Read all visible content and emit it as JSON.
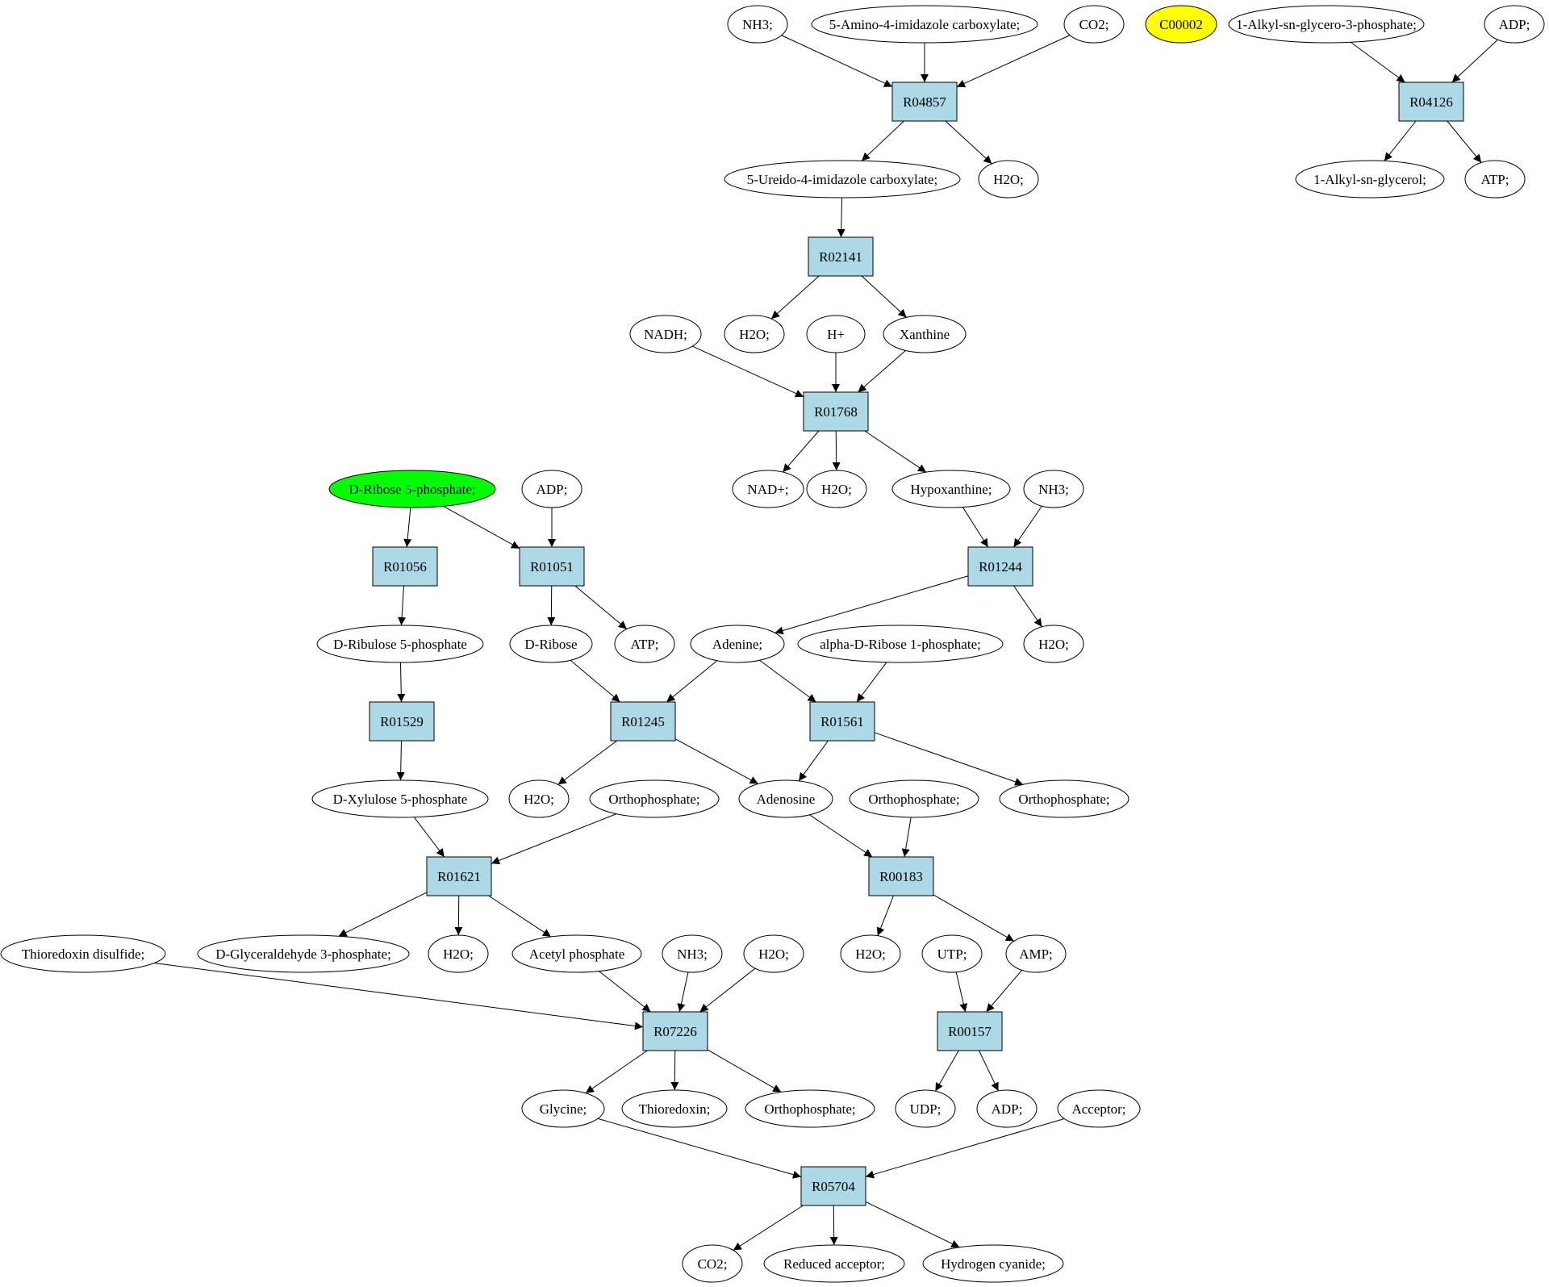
{
  "colors": {
    "reaction": "#add8e6",
    "compound": "#ffffff",
    "start": "#00ff00",
    "highlight": "#ffff00",
    "stroke": "#000000"
  },
  "nodes": {
    "n_nh3_a": {
      "label": "NH3;",
      "kind": "compound"
    },
    "n_aica": {
      "label": "5-Amino-4-imidazole carboxylate;",
      "kind": "compound"
    },
    "n_co2_a": {
      "label": "CO2;",
      "kind": "compound"
    },
    "n_c00002": {
      "label": "C00002",
      "kind": "highlight"
    },
    "n_alkylg3p": {
      "label": "1-Alkyl-sn-glycero-3-phosphate;",
      "kind": "compound"
    },
    "n_adp_a": {
      "label": "ADP;",
      "kind": "compound"
    },
    "R04857": {
      "label": "R04857",
      "kind": "reaction"
    },
    "R04126": {
      "label": "R04126",
      "kind": "reaction"
    },
    "n_ureido": {
      "label": "5-Ureido-4-imidazole carboxylate;",
      "kind": "compound"
    },
    "n_h2o_a": {
      "label": "H2O;",
      "kind": "compound"
    },
    "n_alkylg": {
      "label": "1-Alkyl-sn-glycerol;",
      "kind": "compound"
    },
    "n_atp_a": {
      "label": "ATP;",
      "kind": "compound"
    },
    "R02141": {
      "label": "R02141",
      "kind": "reaction"
    },
    "n_nadh": {
      "label": "NADH;",
      "kind": "compound"
    },
    "n_h2o_b": {
      "label": "H2O;",
      "kind": "compound"
    },
    "n_hplus": {
      "label": "H+",
      "kind": "compound"
    },
    "n_xanthine": {
      "label": "Xanthine",
      "kind": "compound"
    },
    "R01768": {
      "label": "R01768",
      "kind": "reaction"
    },
    "n_dr5p": {
      "label": "D-Ribose 5-phosphate;",
      "kind": "start"
    },
    "n_adp_b": {
      "label": "ADP;",
      "kind": "compound"
    },
    "n_nadplus": {
      "label": "NAD+;",
      "kind": "compound"
    },
    "n_h2o_c": {
      "label": "H2O;",
      "kind": "compound"
    },
    "n_hypox": {
      "label": "Hypoxanthine;",
      "kind": "compound"
    },
    "n_nh3_b": {
      "label": "NH3;",
      "kind": "compound"
    },
    "R01056": {
      "label": "R01056",
      "kind": "reaction"
    },
    "R01051": {
      "label": "R01051",
      "kind": "reaction"
    },
    "R01244": {
      "label": "R01244",
      "kind": "reaction"
    },
    "n_dru5p": {
      "label": "D-Ribulose 5-phosphate",
      "kind": "compound"
    },
    "n_dribose": {
      "label": "D-Ribose",
      "kind": "compound"
    },
    "n_atp_b": {
      "label": "ATP;",
      "kind": "compound"
    },
    "n_adenine": {
      "label": "Adenine;",
      "kind": "compound"
    },
    "n_adr1p": {
      "label": "alpha-D-Ribose 1-phosphate;",
      "kind": "compound"
    },
    "n_h2o_d": {
      "label": "H2O;",
      "kind": "compound"
    },
    "R01529": {
      "label": "R01529",
      "kind": "reaction"
    },
    "R01245": {
      "label": "R01245",
      "kind": "reaction"
    },
    "R01561": {
      "label": "R01561",
      "kind": "reaction"
    },
    "n_dxu5p": {
      "label": "D-Xylulose 5-phosphate",
      "kind": "compound"
    },
    "n_h2o_e": {
      "label": "H2O;",
      "kind": "compound"
    },
    "n_ortho_a": {
      "label": "Orthophosphate;",
      "kind": "compound"
    },
    "n_adenosine": {
      "label": "Adenosine",
      "kind": "compound"
    },
    "n_ortho_b": {
      "label": "Orthophosphate;",
      "kind": "compound"
    },
    "n_ortho_c": {
      "label": "Orthophosphate;",
      "kind": "compound"
    },
    "R01621": {
      "label": "R01621",
      "kind": "reaction"
    },
    "R00183": {
      "label": "R00183",
      "kind": "reaction"
    },
    "n_thiodis": {
      "label": "Thioredoxin disulfide;",
      "kind": "compound"
    },
    "n_dga3p": {
      "label": "D-Glyceraldehyde 3-phosphate;",
      "kind": "compound"
    },
    "n_h2o_f": {
      "label": "H2O;",
      "kind": "compound"
    },
    "n_acetylp": {
      "label": "Acetyl phosphate",
      "kind": "compound"
    },
    "n_nh3_c": {
      "label": "NH3;",
      "kind": "compound"
    },
    "n_h2o_g": {
      "label": "H2O;",
      "kind": "compound"
    },
    "n_h2o_h": {
      "label": "H2O;",
      "kind": "compound"
    },
    "n_utp": {
      "label": "UTP;",
      "kind": "compound"
    },
    "n_amp": {
      "label": "AMP;",
      "kind": "compound"
    },
    "R07226": {
      "label": "R07226",
      "kind": "reaction"
    },
    "R00157": {
      "label": "R00157",
      "kind": "reaction"
    },
    "n_glycine": {
      "label": "Glycine;",
      "kind": "compound"
    },
    "n_thioredoxin": {
      "label": "Thioredoxin;",
      "kind": "compound"
    },
    "n_ortho_d": {
      "label": "Orthophosphate;",
      "kind": "compound"
    },
    "n_udp": {
      "label": "UDP;",
      "kind": "compound"
    },
    "n_adp_c": {
      "label": "ADP;",
      "kind": "compound"
    },
    "n_acceptor": {
      "label": "Acceptor;",
      "kind": "compound"
    },
    "R05704": {
      "label": "R05704",
      "kind": "reaction"
    },
    "n_co2_b": {
      "label": "CO2;",
      "kind": "compound"
    },
    "n_redacc": {
      "label": "Reduced acceptor;",
      "kind": "compound"
    },
    "n_hcn": {
      "label": "Hydrogen cyanide;",
      "kind": "compound"
    }
  },
  "edges": [
    [
      "n_nh3_a",
      "R04857"
    ],
    [
      "n_aica",
      "R04857"
    ],
    [
      "n_co2_a",
      "R04857"
    ],
    [
      "R04857",
      "n_ureido"
    ],
    [
      "R04857",
      "n_h2o_a"
    ],
    [
      "n_alkylg3p",
      "R04126"
    ],
    [
      "n_adp_a",
      "R04126"
    ],
    [
      "R04126",
      "n_alkylg"
    ],
    [
      "R04126",
      "n_atp_a"
    ],
    [
      "n_ureido",
      "R02141"
    ],
    [
      "R02141",
      "n_h2o_b"
    ],
    [
      "R02141",
      "n_xanthine"
    ],
    [
      "n_nadh",
      "R01768"
    ],
    [
      "n_hplus",
      "R01768"
    ],
    [
      "n_xanthine",
      "R01768"
    ],
    [
      "R01768",
      "n_nadplus"
    ],
    [
      "R01768",
      "n_h2o_c"
    ],
    [
      "R01768",
      "n_hypox"
    ],
    [
      "n_dr5p",
      "R01056"
    ],
    [
      "n_dr5p",
      "R01051"
    ],
    [
      "n_adp_b",
      "R01051"
    ],
    [
      "n_hypox",
      "R01244"
    ],
    [
      "n_nh3_b",
      "R01244"
    ],
    [
      "R01056",
      "n_dru5p"
    ],
    [
      "R01051",
      "n_dribose"
    ],
    [
      "R01051",
      "n_atp_b"
    ],
    [
      "R01244",
      "n_adenine"
    ],
    [
      "R01244",
      "n_h2o_d"
    ],
    [
      "n_dru5p",
      "R01529"
    ],
    [
      "n_dribose",
      "R01245"
    ],
    [
      "n_adenine",
      "R01245"
    ],
    [
      "n_adenine",
      "R01561"
    ],
    [
      "n_adr1p",
      "R01561"
    ],
    [
      "R01529",
      "n_dxu5p"
    ],
    [
      "R01245",
      "n_h2o_e"
    ],
    [
      "R01245",
      "n_adenosine"
    ],
    [
      "R01561",
      "n_adenosine"
    ],
    [
      "R01561",
      "n_ortho_c"
    ],
    [
      "n_dxu5p",
      "R01621"
    ],
    [
      "n_ortho_a",
      "R01621"
    ],
    [
      "n_adenosine",
      "R00183"
    ],
    [
      "n_ortho_b",
      "R00183"
    ],
    [
      "R01621",
      "n_dga3p"
    ],
    [
      "R01621",
      "n_h2o_f"
    ],
    [
      "R01621",
      "n_acetylp"
    ],
    [
      "R00183",
      "n_h2o_h"
    ],
    [
      "R00183",
      "n_amp"
    ],
    [
      "n_thiodis",
      "R07226"
    ],
    [
      "n_acetylp",
      "R07226"
    ],
    [
      "n_nh3_c",
      "R07226"
    ],
    [
      "n_h2o_g",
      "R07226"
    ],
    [
      "n_utp",
      "R00157"
    ],
    [
      "n_amp",
      "R00157"
    ],
    [
      "R07226",
      "n_glycine"
    ],
    [
      "R07226",
      "n_thioredoxin"
    ],
    [
      "R07226",
      "n_ortho_d"
    ],
    [
      "R00157",
      "n_udp"
    ],
    [
      "R00157",
      "n_adp_c"
    ],
    [
      "n_glycine",
      "R05704"
    ],
    [
      "n_acceptor",
      "R05704"
    ],
    [
      "R05704",
      "n_co2_b"
    ],
    [
      "R05704",
      "n_redacc"
    ],
    [
      "R05704",
      "n_hcn"
    ]
  ]
}
